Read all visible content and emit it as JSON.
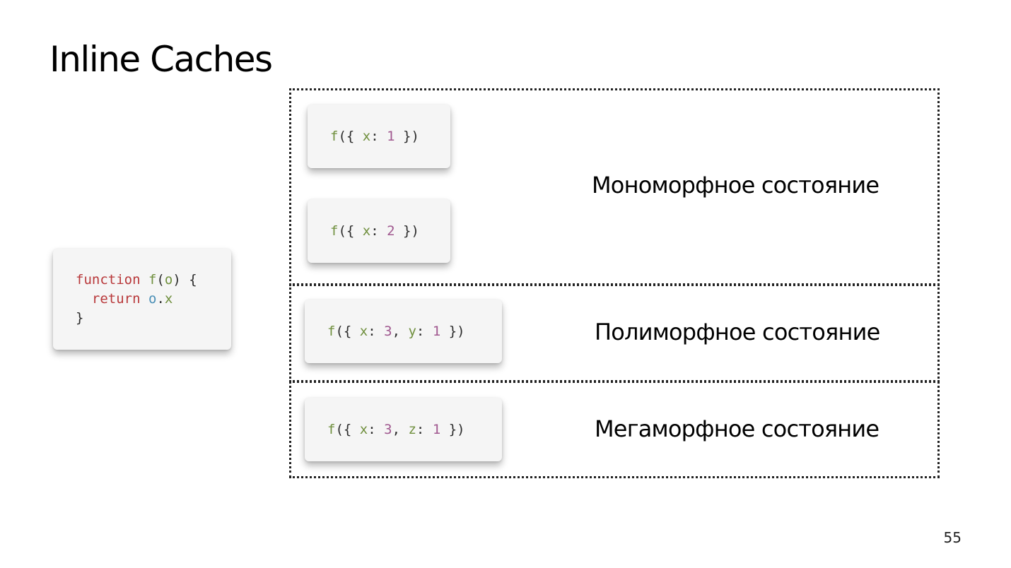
{
  "title": "Inline Caches",
  "code": {
    "line1": {
      "kw": "function",
      "fn": "f",
      "open": "(",
      "param": "o",
      "close": ") {"
    },
    "line2": {
      "kw": "return",
      "obj": "o",
      "dot": ".",
      "prop": "x"
    },
    "line3": "}"
  },
  "calls": [
    {
      "fn": "f",
      "open": "({ ",
      "k1": "x",
      "sep1": ": ",
      "v1": "1",
      "close": " })"
    },
    {
      "fn": "f",
      "open": "({ ",
      "k1": "x",
      "sep1": ": ",
      "v1": "2",
      "close": " })"
    },
    {
      "fn": "f",
      "open": "({ ",
      "k1": "x",
      "sep1": ": ",
      "v1": "3",
      "comma": ", ",
      "k2": "y",
      "sep2": ": ",
      "v2": "1",
      "close": " })"
    },
    {
      "fn": "f",
      "open": "({ ",
      "k1": "x",
      "sep1": ": ",
      "v1": "3",
      "comma": ", ",
      "k2": "z",
      "sep2": ": ",
      "v2": "1",
      "close": " })"
    }
  ],
  "states": {
    "monomorphic": "Мономорфное состояние",
    "polymorphic": "Полиморфное состояние",
    "megamorphic": "Мегаморфное состояние"
  },
  "page_number": "55",
  "colors": {
    "function_name": "#6f8f3d",
    "keyword": "#b8383a",
    "number": "#a0588f",
    "parameter": "#4a8fb6"
  }
}
